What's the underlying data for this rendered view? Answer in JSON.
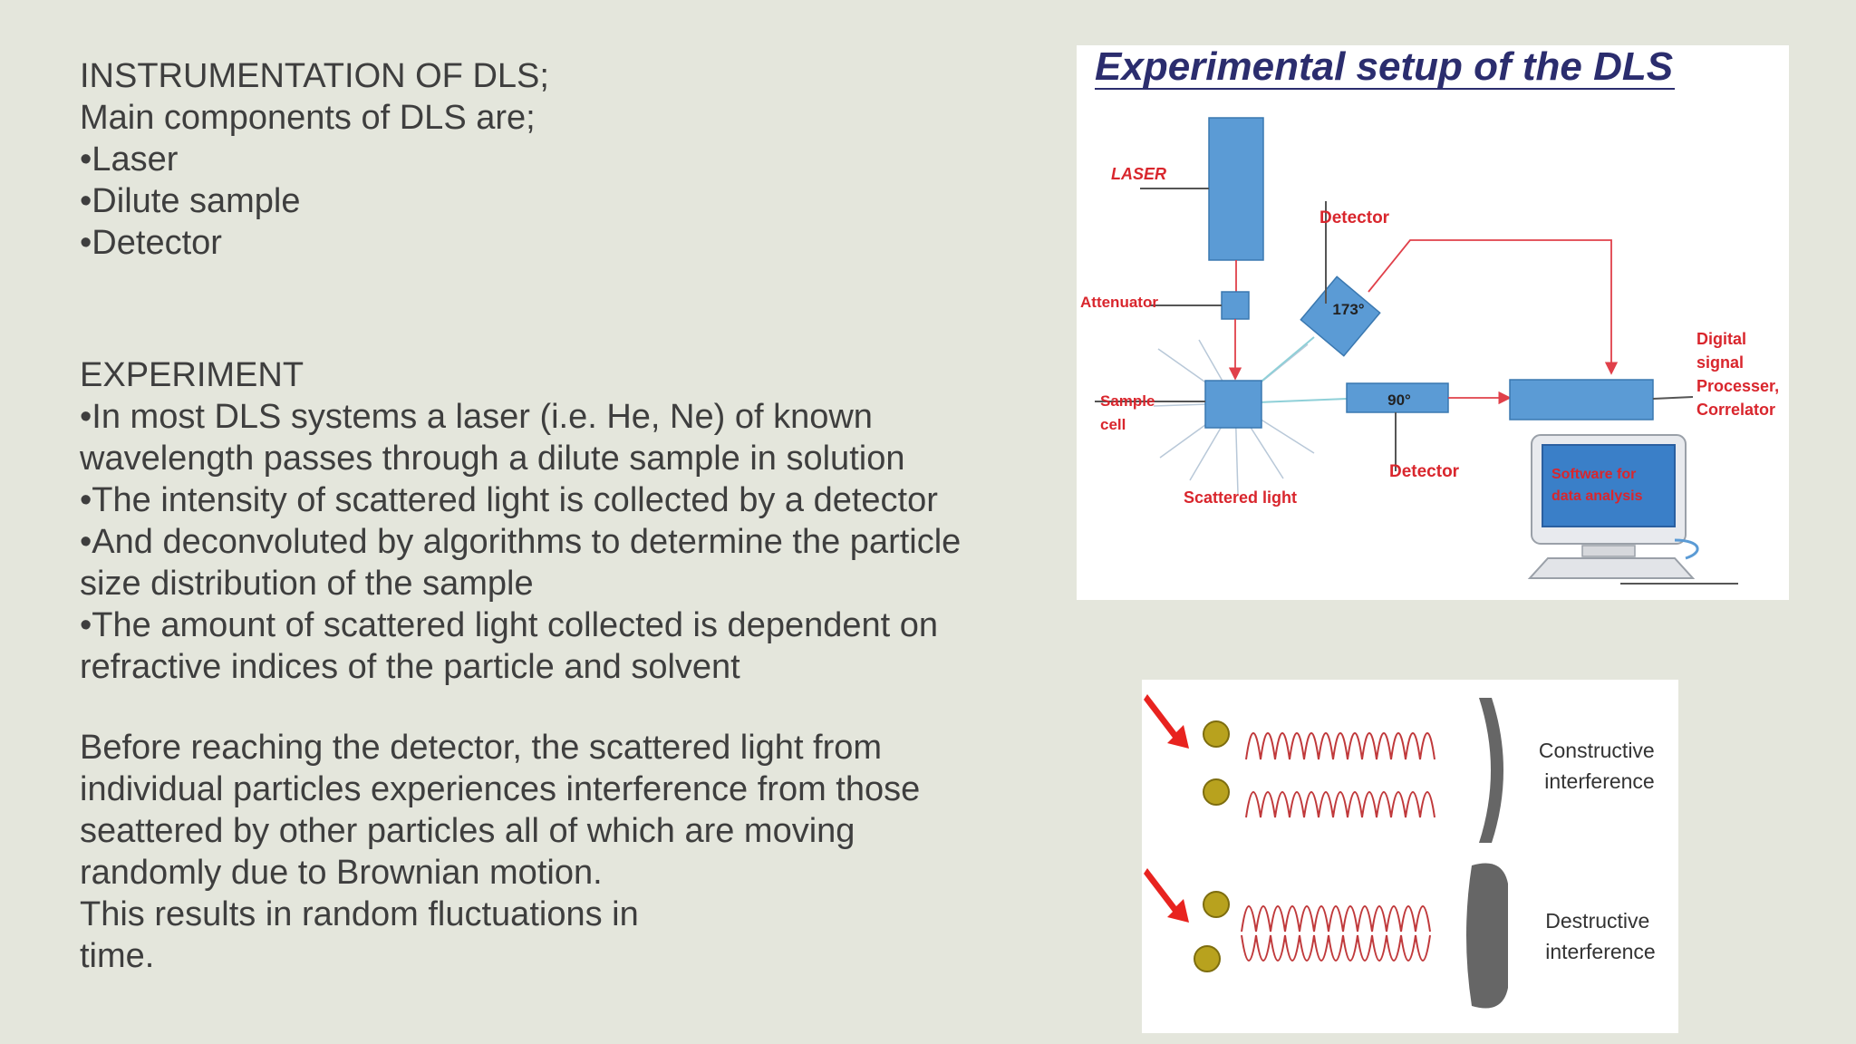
{
  "instrumentation": {
    "lines": [
      "INSTRUMENTATION OF DLS;",
      "Main components of DLS are;",
      "•Laser",
      "•Dilute sample",
      "•Detector"
    ]
  },
  "experiment": {
    "lines": [
      "EXPERIMENT",
      "•In most DLS systems a laser (i.e. He, Ne) of known",
      "wavelength passes through a dilute sample in solution",
      "•The intensity of scattered light is collected by a detector",
      "•And deconvoluted by algorithms to determine the particle",
      "size distribution of the sample",
      "•The amount of scattered light collected is dependent on",
      "refractive indices of the particle and solvent"
    ]
  },
  "interference_text": {
    "lines": [
      "Before reaching the detector, the scattered light from",
      "individual particles experiences interference from those",
      "seattered by other particles all of which are moving",
      "randomly due to Brownian motion.",
      "This results in random fluctuations in",
      "time."
    ]
  },
  "setup_diagram": {
    "title": "Experimental setup of the DLS",
    "labels": {
      "laser": "LASER",
      "detector_top": "Detector",
      "angle_173": "173°",
      "attenuator": "Attenuator",
      "sample_cell": [
        "Sample",
        "cell"
      ],
      "angle_90": "90°",
      "detector_bottom": "Detector",
      "scattered_light": "Scattered light",
      "dsp": [
        "Digital",
        "signal",
        "Processer,",
        "Correlator"
      ],
      "software": [
        "Software for",
        "data analysis"
      ]
    },
    "colors": {
      "box": "#5b9bd5",
      "label": "#d9262d",
      "title": "#2b2d6e",
      "arrow": "#e0404a"
    }
  },
  "interference_diagram": {
    "constructive": [
      "Constructive",
      "interference"
    ],
    "destructive": [
      "Destructive",
      "interference"
    ],
    "colors": {
      "wave": "#c0393b",
      "particle": "#b8a21e",
      "arrow": "#e8231f",
      "lens": "#666666"
    }
  }
}
